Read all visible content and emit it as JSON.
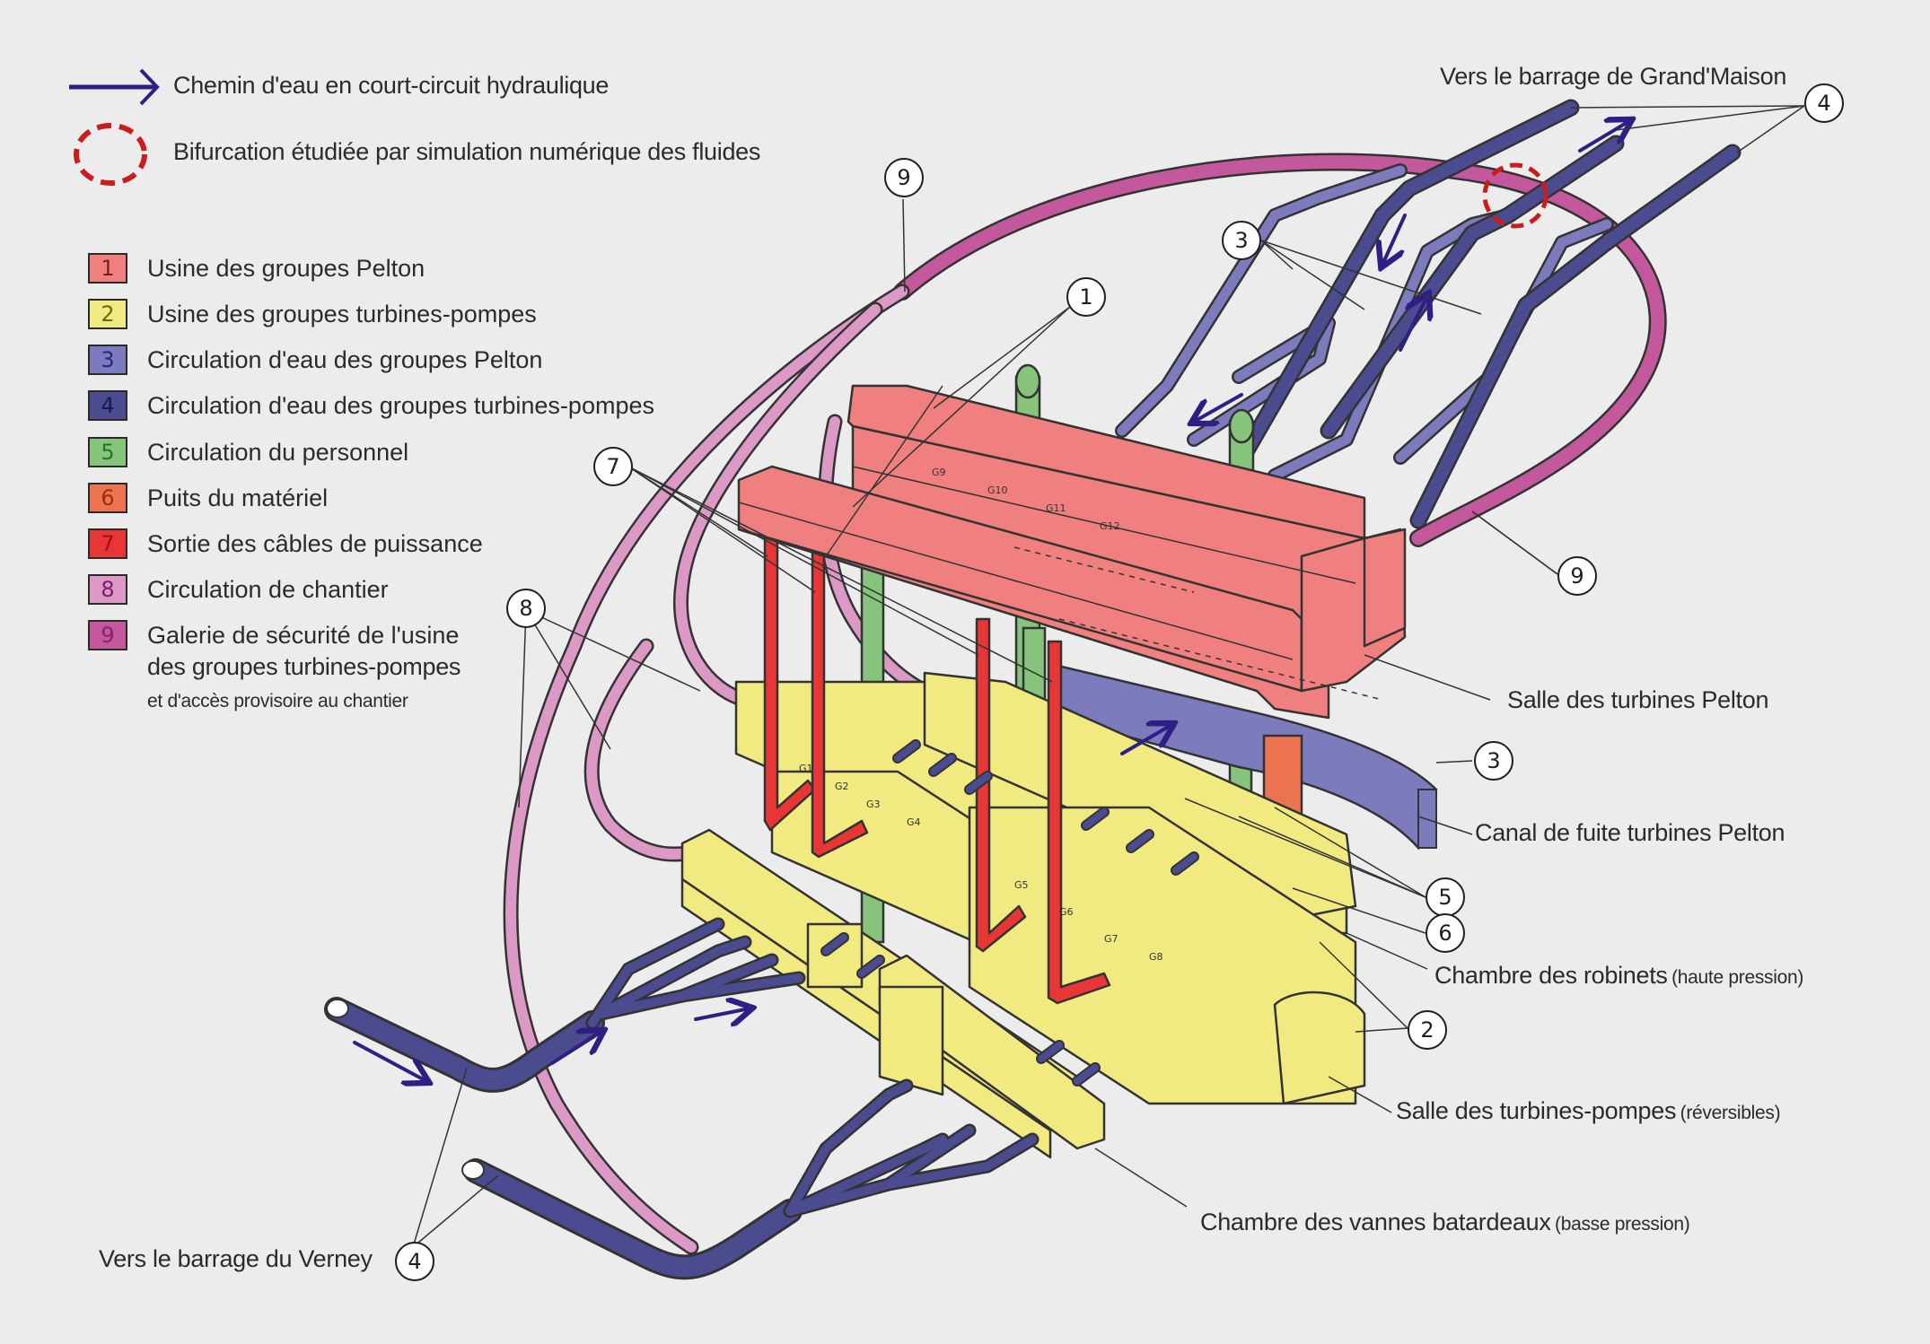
{
  "legend_top": {
    "flow_arrow": {
      "icon": "flow-arrow-icon",
      "label": "Chemin d'eau en court-circuit hydraulique",
      "color": "#2e1f86"
    },
    "bifurcation": {
      "icon": "dashed-circle-icon",
      "label": "Bifurcation étudiée par simulation numérique des fluides",
      "color": "#c81e1e"
    }
  },
  "legend": [
    {
      "num": "1",
      "label": "Usine des groupes Pelton",
      "color": "#f08080",
      "text_color": "#7a1f1f"
    },
    {
      "num": "2",
      "label": "Usine des groupes turbines-pompes",
      "color": "#f0ea80",
      "text_color": "#6b6a10"
    },
    {
      "num": "3",
      "label": "Circulation d'eau des groupes Pelton",
      "color": "#7b7bbd",
      "text_color": "#262680"
    },
    {
      "num": "4",
      "label": "Circulation d'eau des groupes turbines-pompes",
      "color": "#4b4b8f",
      "text_color": "#1a1a50"
    },
    {
      "num": "5",
      "label": "Circulation du personnel",
      "color": "#85c47a",
      "text_color": "#1f7a1f"
    },
    {
      "num": "6",
      "label": "Puits du matériel",
      "color": "#ec7450",
      "text_color": "#9a2f10"
    },
    {
      "num": "7",
      "label": "Sortie des câbles de puissance",
      "color": "#e83535",
      "text_color": "#a01010"
    },
    {
      "num": "8",
      "label": "Circulation de chantier",
      "color": "#dd99c6",
      "text_color": "#7a1a70"
    },
    {
      "num": "9",
      "label": "Galerie de sécurité de l'usine",
      "label_line2": "des groupes turbines-pompes",
      "label_line3": "et d'accès provisoire au chantier",
      "color": "#c4589c",
      "text_color": "#8a2070"
    }
  ],
  "annotations": {
    "grand_maison": "Vers le barrage de Grand'Maison",
    "verney": "Vers le barrage du Verney",
    "salle_pelton": "Salle des turbines Pelton",
    "canal_fuite": "Canal de fuite turbines Pelton",
    "chambre_robinets": "Chambre des robinets",
    "chambre_robinets_note": "(haute pression)",
    "salle_tp": "Salle des turbines-pompes",
    "salle_tp_note": "(réversibles)",
    "chambre_vannes": "Chambre des vannes batardeaux",
    "chambre_vannes_note": "(basse pression)"
  },
  "callouts": {
    "c9_top": "9",
    "c1": "1",
    "c4_top": "4",
    "c3_top": "3",
    "c7": "7",
    "c8": "8",
    "c9_right": "9",
    "c3_right": "3",
    "c5": "5",
    "c6": "6",
    "c2": "2",
    "c4_bottom": "4"
  },
  "group_labels": [
    "G9",
    "G10",
    "G11",
    "G12",
    "G1",
    "G2",
    "G3",
    "G4",
    "G5",
    "G6",
    "G7",
    "G8"
  ]
}
